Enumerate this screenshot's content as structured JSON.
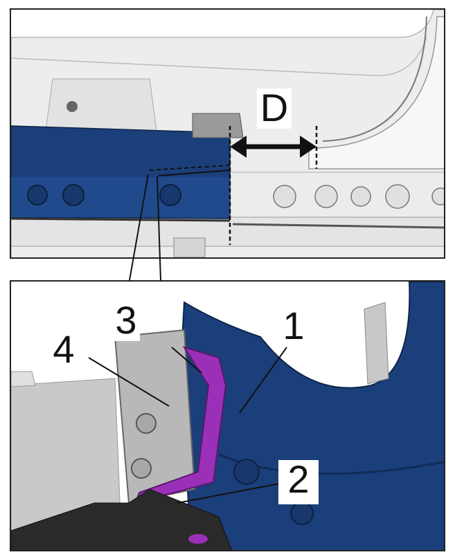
{
  "callouts": {
    "dimension": "D",
    "part_1": "1",
    "part_2": "2",
    "part_3": "3",
    "part_4": "4"
  },
  "colors": {
    "body_panel": "#f0f0f0",
    "reinforcement_blue": "#1b3f7a",
    "insert_purple": "#9b30b8",
    "bracket_grey": "#b8b8b8",
    "dark_part": "#2a2a2a"
  }
}
